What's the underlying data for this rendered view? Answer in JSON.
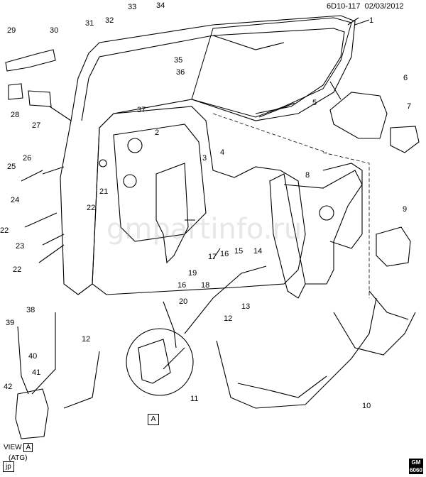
{
  "header": {
    "doc_id": "6D10-117",
    "date": "02/03/2012"
  },
  "callouts": [
    "1",
    "2",
    "3",
    "4",
    "5",
    "6",
    "7",
    "8",
    "9",
    "10",
    "11",
    "12",
    "12",
    "13",
    "14",
    "15",
    "16",
    "16",
    "17",
    "18",
    "19",
    "20",
    "21",
    "22",
    "22",
    "22",
    "23",
    "24",
    "25",
    "26",
    "27",
    "28",
    "29",
    "30",
    "31",
    "32",
    "33",
    "34",
    "35",
    "36",
    "37",
    "38",
    "39",
    "40",
    "41",
    "42"
  ],
  "view_label": {
    "view": "VIEW",
    "detail": "A",
    "variant": "(ATG)",
    "detail_box": "A"
  },
  "footer": {
    "code": "jp",
    "logo_top": "GM",
    "logo_bottom": "6060"
  },
  "watermark": "gmpartinfo.ru"
}
